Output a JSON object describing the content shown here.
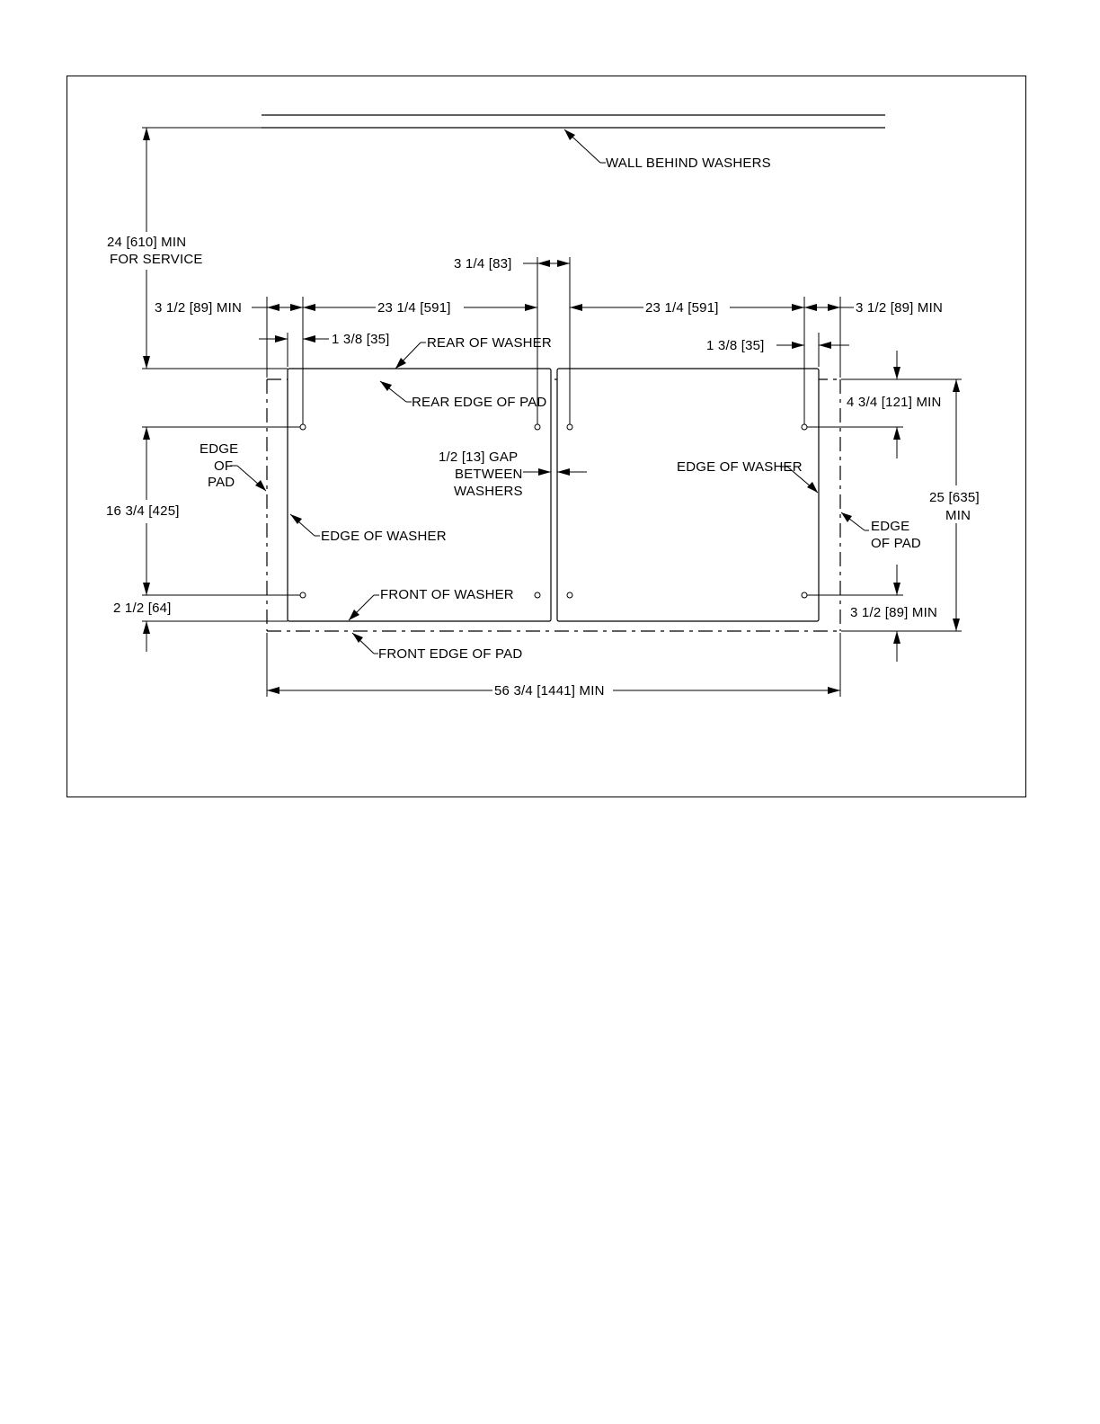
{
  "labels": {
    "wall": "WALL BEHIND WASHERS",
    "service_1": "24 [610] MIN",
    "service_2": "FOR SERVICE",
    "gap_83": "3 1/4 [83]",
    "left_clear": "3 1/2 [89] MIN",
    "right_clear": "3 1/2 [89] MIN",
    "left_width": "23 1/4 [591]",
    "right_width": "23 1/4 [591]",
    "left_35": "1 3/8 [35]",
    "right_35": "1 3/8 [35]",
    "rear_of_washer": "REAR OF WASHER",
    "rear_edge_pad": "REAR EDGE OF PAD",
    "rear_clear": "4 3/4 [121] MIN",
    "edge_pad_left_1": "EDGE",
    "edge_pad_left_2": "OF",
    "edge_pad_left_3": "PAD",
    "gap_13_1": "1/2 [13] GAP",
    "gap_13_2": "BETWEEN",
    "gap_13_3": "WASHERS",
    "edge_washer_right": "EDGE OF WASHER",
    "edge_washer_left": "EDGE OF WASHER",
    "depth_1": "25 [635]",
    "depth_2": "MIN",
    "edge_pad_right_1": "EDGE",
    "edge_pad_right_2": "OF PAD",
    "bolt_spacing": "16 3/4 [425]",
    "front_offset": "2 1/2 [64]",
    "front_of_washer": "FRONT OF WASHER",
    "front_clear": "3 1/2 [89] MIN",
    "front_edge_pad": "FRONT EDGE OF PAD",
    "overall_width": "56 3/4 [1441] MIN"
  }
}
